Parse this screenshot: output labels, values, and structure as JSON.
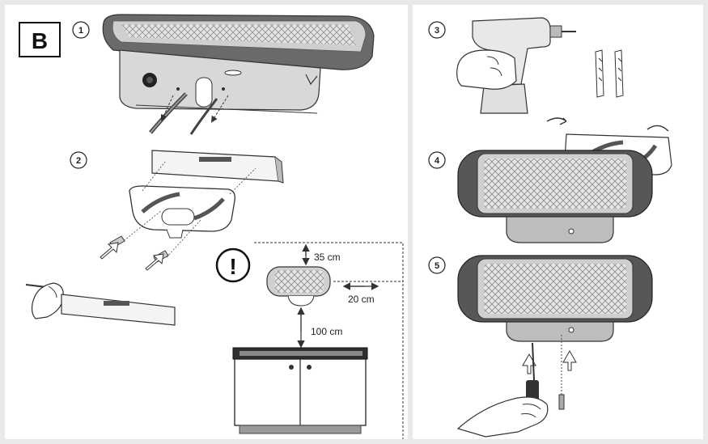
{
  "section_letter": "B",
  "steps": [
    "1",
    "2",
    "3",
    "4",
    "5"
  ],
  "warning_symbol": "!",
  "clearances": {
    "top": "35 cm",
    "side": "20 cm",
    "floor": "100 cm"
  },
  "colors": {
    "background": "#e9e9e9",
    "panel": "#ffffff",
    "heater_dark": "#575757",
    "heater_light": "#cfcfcf",
    "line": "#333333"
  },
  "icons": [
    "drill-icon",
    "wall-plug-icon",
    "screwdriver-icon",
    "pencil-icon",
    "warning-icon"
  ]
}
